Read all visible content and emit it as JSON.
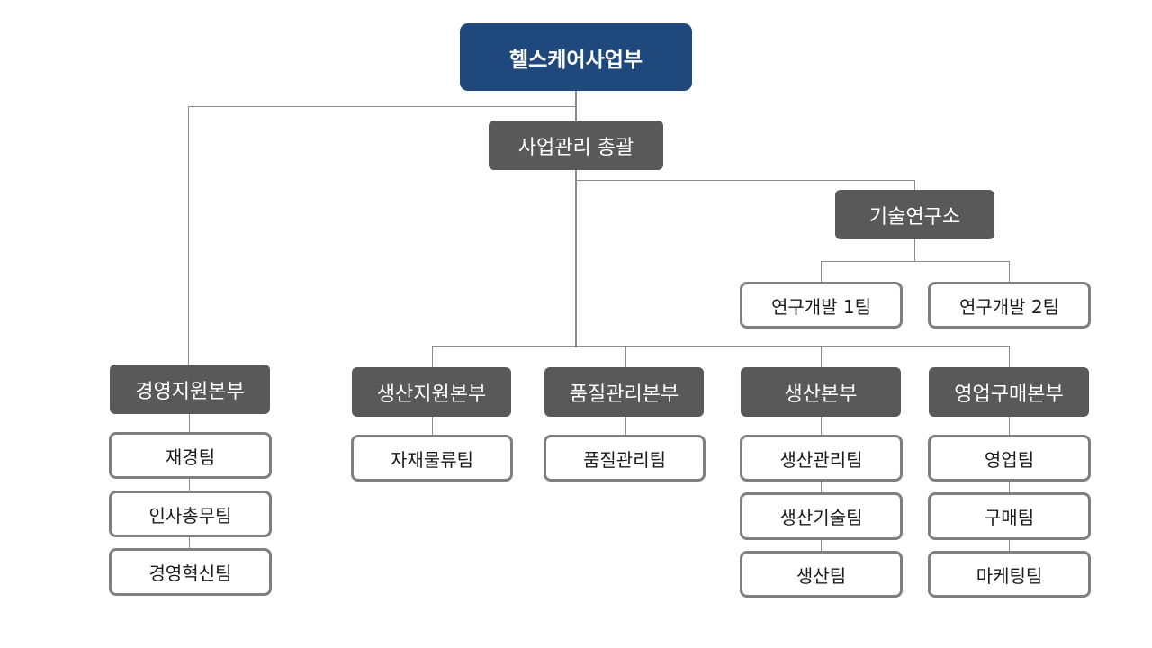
{
  "org": {
    "root": "헬스케어사업부",
    "general_management": "사업관리 총괄",
    "research_institute": "기술연구소",
    "research_teams": [
      "연구개발 1팀",
      "연구개발 2팀"
    ],
    "divisions": [
      {
        "name": "경영지원본부",
        "teams": [
          "재경팀",
          "인사총무팀",
          "경영혁신팀"
        ]
      },
      {
        "name": "생산지원본부",
        "teams": [
          "자재물류팀"
        ]
      },
      {
        "name": "품질관리본부",
        "teams": [
          "품질관리팀"
        ]
      },
      {
        "name": "생산본부",
        "teams": [
          "생산관리팀",
          "생산기술팀",
          "생산팀"
        ]
      },
      {
        "name": "영업구매본부",
        "teams": [
          "영업팀",
          "구매팀",
          "마케팅팀"
        ]
      }
    ]
  },
  "colors": {
    "root_fill": "#1f497d",
    "dark_fill": "#595959",
    "team_border": "#7f7f7f",
    "connector": "#8c8c8c"
  }
}
